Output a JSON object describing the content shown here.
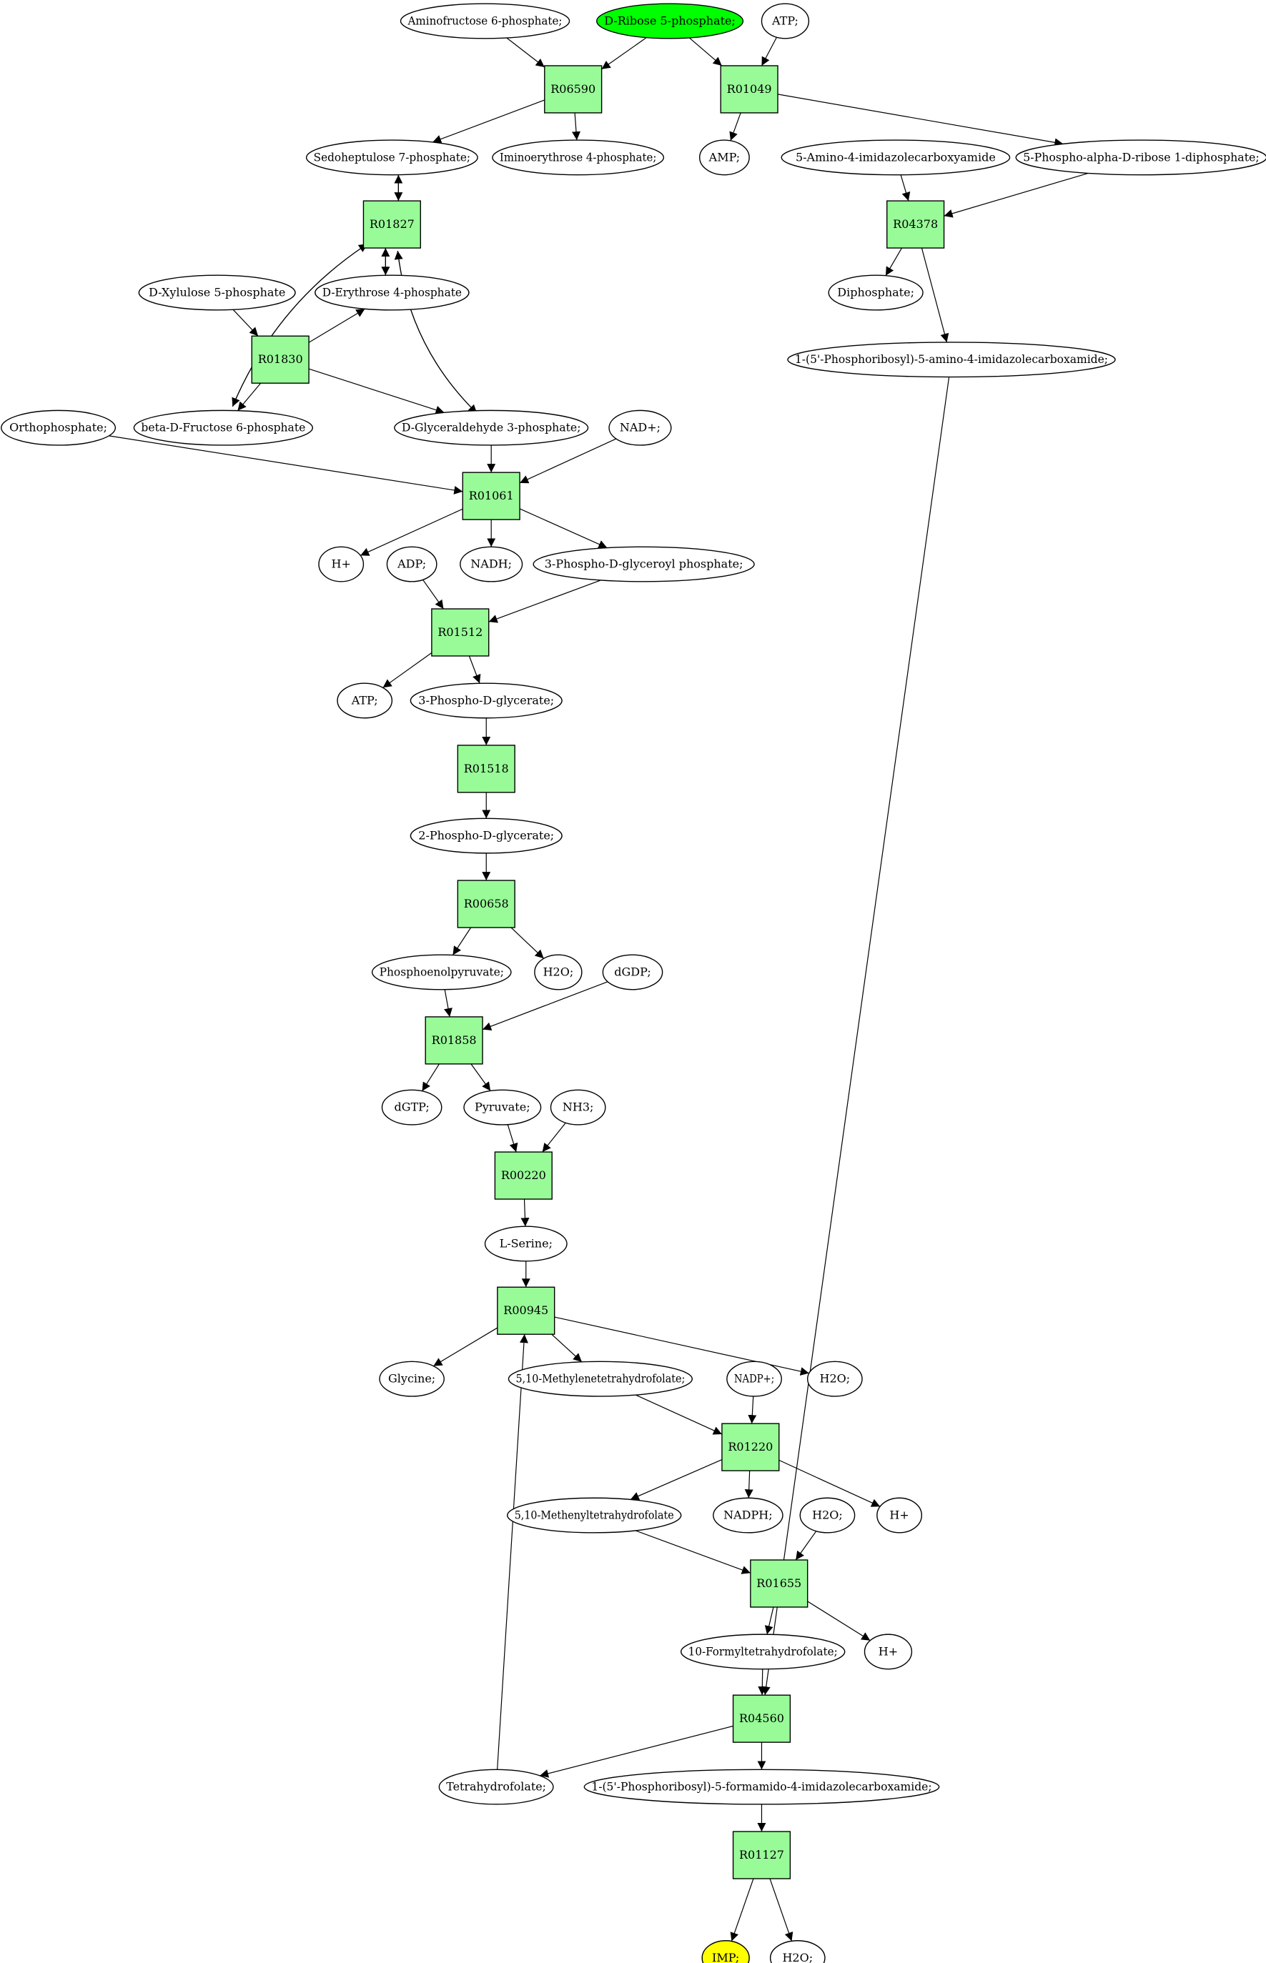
{
  "colors": {
    "reaction_fill": "#98fb98",
    "compound_fill": "#ffffff",
    "start_fill": "#00ff00",
    "end_fill": "#ffff00",
    "edge": "#000000"
  },
  "nodes": [
    {
      "id": "aminofructose6p",
      "label": "Aminofructose 6-phosphate;",
      "kind": "compound"
    },
    {
      "id": "dribose5p",
      "label": "D-Ribose 5-phosphate;",
      "kind": "start"
    },
    {
      "id": "atp1",
      "label": "ATP;",
      "kind": "compound"
    },
    {
      "id": "R06590",
      "label": "R06590",
      "kind": "reaction"
    },
    {
      "id": "R01049",
      "label": "R01049",
      "kind": "reaction"
    },
    {
      "id": "sedoheptulose7p",
      "label": "Sedoheptulose 7-phosphate;",
      "kind": "compound"
    },
    {
      "id": "iminoerythrose4p",
      "label": "Iminoerythrose 4-phosphate;",
      "kind": "compound"
    },
    {
      "id": "amp",
      "label": "AMP;",
      "kind": "compound"
    },
    {
      "id": "aicar",
      "label": "5-Amino-4-imidazolecarboxyamide",
      "kind": "compound"
    },
    {
      "id": "prpp",
      "label": "5-Phospho-alpha-D-ribose 1-diphosphate;",
      "kind": "compound"
    },
    {
      "id": "R01827",
      "label": "R01827",
      "kind": "reaction"
    },
    {
      "id": "R04378",
      "label": "R04378",
      "kind": "reaction"
    },
    {
      "id": "dxylulose5p",
      "label": "D-Xylulose 5-phosphate",
      "kind": "compound"
    },
    {
      "id": "derythrose4p",
      "label": "D-Erythrose 4-phosphate",
      "kind": "compound"
    },
    {
      "id": "diphosphate",
      "label": "Diphosphate;",
      "kind": "compound"
    },
    {
      "id": "R01830",
      "label": "R01830",
      "kind": "reaction"
    },
    {
      "id": "paicar",
      "label": "1-(5'-Phosphoribosyl)-5-amino-4-imidazolecarboxamide;",
      "kind": "compound"
    },
    {
      "id": "orthophosphate",
      "label": "Orthophosphate;",
      "kind": "compound"
    },
    {
      "id": "fructose6p",
      "label": "beta-D-Fructose 6-phosphate",
      "kind": "compound"
    },
    {
      "id": "g3p",
      "label": "D-Glyceraldehyde 3-phosphate;",
      "kind": "compound"
    },
    {
      "id": "nadplus",
      "label": "NAD+;",
      "kind": "compound"
    },
    {
      "id": "R01061",
      "label": "R01061",
      "kind": "reaction"
    },
    {
      "id": "hplus1",
      "label": "H+",
      "kind": "compound"
    },
    {
      "id": "nadh",
      "label": "NADH;",
      "kind": "compound"
    },
    {
      "id": "bpg",
      "label": "3-Phospho-D-glyceroyl phosphate;",
      "kind": "compound"
    },
    {
      "id": "adp",
      "label": "ADP;",
      "kind": "compound"
    },
    {
      "id": "R01512",
      "label": "R01512",
      "kind": "reaction"
    },
    {
      "id": "atp2",
      "label": "ATP;",
      "kind": "compound"
    },
    {
      "id": "pg3",
      "label": "3-Phospho-D-glycerate;",
      "kind": "compound"
    },
    {
      "id": "R01518",
      "label": "R01518",
      "kind": "reaction"
    },
    {
      "id": "pg2",
      "label": "2-Phospho-D-glycerate;",
      "kind": "compound"
    },
    {
      "id": "R00658",
      "label": "R00658",
      "kind": "reaction"
    },
    {
      "id": "pep",
      "label": "Phosphoenolpyruvate;",
      "kind": "compound"
    },
    {
      "id": "h2o1",
      "label": "H2O;",
      "kind": "compound"
    },
    {
      "id": "dgdp",
      "label": "dGDP;",
      "kind": "compound"
    },
    {
      "id": "R01858",
      "label": "R01858",
      "kind": "reaction"
    },
    {
      "id": "dgtp",
      "label": "dGTP;",
      "kind": "compound"
    },
    {
      "id": "pyruvate",
      "label": "Pyruvate;",
      "kind": "compound"
    },
    {
      "id": "nh3",
      "label": "NH3;",
      "kind": "compound"
    },
    {
      "id": "R00220",
      "label": "R00220",
      "kind": "reaction"
    },
    {
      "id": "lserine",
      "label": "L-Serine;",
      "kind": "compound"
    },
    {
      "id": "R00945",
      "label": "R00945",
      "kind": "reaction"
    },
    {
      "id": "glycine",
      "label": "Glycine;",
      "kind": "compound"
    },
    {
      "id": "methylenethf",
      "label": "5,10-Methylenetetrahydrofolate;",
      "kind": "compound"
    },
    {
      "id": "nadpplus",
      "label": "NADP+;",
      "kind": "compound"
    },
    {
      "id": "h2o2",
      "label": "H2O;",
      "kind": "compound"
    },
    {
      "id": "R01220",
      "label": "R01220",
      "kind": "reaction"
    },
    {
      "id": "methenylthf",
      "label": "5,10-Methenyltetrahydrofolate",
      "kind": "compound"
    },
    {
      "id": "nadph",
      "label": "NADPH;",
      "kind": "compound"
    },
    {
      "id": "h2o3",
      "label": "H2O;",
      "kind": "compound"
    },
    {
      "id": "hplus2",
      "label": "H+",
      "kind": "compound"
    },
    {
      "id": "R01655",
      "label": "R01655",
      "kind": "reaction"
    },
    {
      "id": "formylthf",
      "label": "10-Formyltetrahydrofolate;",
      "kind": "compound"
    },
    {
      "id": "hplus3",
      "label": "H+",
      "kind": "compound"
    },
    {
      "id": "R04560",
      "label": "R04560",
      "kind": "reaction"
    },
    {
      "id": "thf",
      "label": "Tetrahydrofolate;",
      "kind": "compound"
    },
    {
      "id": "faicar",
      "label": "1-(5'-Phosphoribosyl)-5-formamido-4-imidazolecarboxamide;",
      "kind": "compound"
    },
    {
      "id": "R01127",
      "label": "R01127",
      "kind": "reaction"
    },
    {
      "id": "imp",
      "label": "IMP;",
      "kind": "end"
    },
    {
      "id": "h2o4",
      "label": "H2O;",
      "kind": "compound"
    }
  ],
  "edges": [
    [
      "aminofructose6p",
      "R06590"
    ],
    [
      "dribose5p",
      "R06590"
    ],
    [
      "dribose5p",
      "R01049"
    ],
    [
      "atp1",
      "R01049"
    ],
    [
      "R06590",
      "sedoheptulose7p"
    ],
    [
      "R06590",
      "iminoerythrose4p"
    ],
    [
      "R01049",
      "amp"
    ],
    [
      "R01049",
      "prpp"
    ],
    [
      "sedoheptulose7p",
      "R01827"
    ],
    [
      "R01827",
      "sedoheptulose7p"
    ],
    [
      "R01827",
      "derythrose4p"
    ],
    [
      "derythrose4p",
      "R01827"
    ],
    [
      "fructose6p",
      "R01827"
    ],
    [
      "R01827",
      "fructose6p"
    ],
    [
      "g3p",
      "R01827"
    ],
    [
      "R01827",
      "g3p"
    ],
    [
      "aicar",
      "R04378"
    ],
    [
      "prpp",
      "R04378"
    ],
    [
      "R04378",
      "diphosphate"
    ],
    [
      "R04378",
      "paicar"
    ],
    [
      "dxylulose5p",
      "R01830"
    ],
    [
      "R01830",
      "derythrose4p"
    ],
    [
      "R01830",
      "fructose6p"
    ],
    [
      "R01830",
      "g3p"
    ],
    [
      "orthophosphate",
      "R01061"
    ],
    [
      "g3p",
      "R01061"
    ],
    [
      "nadplus",
      "R01061"
    ],
    [
      "R01061",
      "hplus1"
    ],
    [
      "R01061",
      "nadh"
    ],
    [
      "R01061",
      "bpg"
    ],
    [
      "adp",
      "R01512"
    ],
    [
      "bpg",
      "R01512"
    ],
    [
      "R01512",
      "atp2"
    ],
    [
      "R01512",
      "pg3"
    ],
    [
      "pg3",
      "R01518"
    ],
    [
      "R01518",
      "pg2"
    ],
    [
      "pg2",
      "R00658"
    ],
    [
      "R00658",
      "pep"
    ],
    [
      "R00658",
      "h2o1"
    ],
    [
      "pep",
      "R01858"
    ],
    [
      "dgdp",
      "R01858"
    ],
    [
      "R01858",
      "dgtp"
    ],
    [
      "R01858",
      "pyruvate"
    ],
    [
      "pyruvate",
      "R00220"
    ],
    [
      "nh3",
      "R00220"
    ],
    [
      "R00220",
      "lserine"
    ],
    [
      "lserine",
      "R00945"
    ],
    [
      "thf",
      "R00945"
    ],
    [
      "R00945",
      "glycine"
    ],
    [
      "R00945",
      "methylenethf"
    ],
    [
      "R00945",
      "h2o2"
    ],
    [
      "methylenethf",
      "R01220"
    ],
    [
      "nadpplus",
      "R01220"
    ],
    [
      "R01220",
      "methenylthf"
    ],
    [
      "R01220",
      "nadph"
    ],
    [
      "R01220",
      "hplus2"
    ],
    [
      "methenylthf",
      "R01655"
    ],
    [
      "h2o3",
      "R01655"
    ],
    [
      "R01655",
      "formylthf"
    ],
    [
      "R01655",
      "hplus3"
    ],
    [
      "formylthf",
      "R04560"
    ],
    [
      "paicar",
      "R04560"
    ],
    [
      "R04560",
      "thf"
    ],
    [
      "R04560",
      "faicar"
    ],
    [
      "faicar",
      "R01127"
    ],
    [
      "R01127",
      "imp"
    ],
    [
      "R01127",
      "h2o4"
    ]
  ]
}
